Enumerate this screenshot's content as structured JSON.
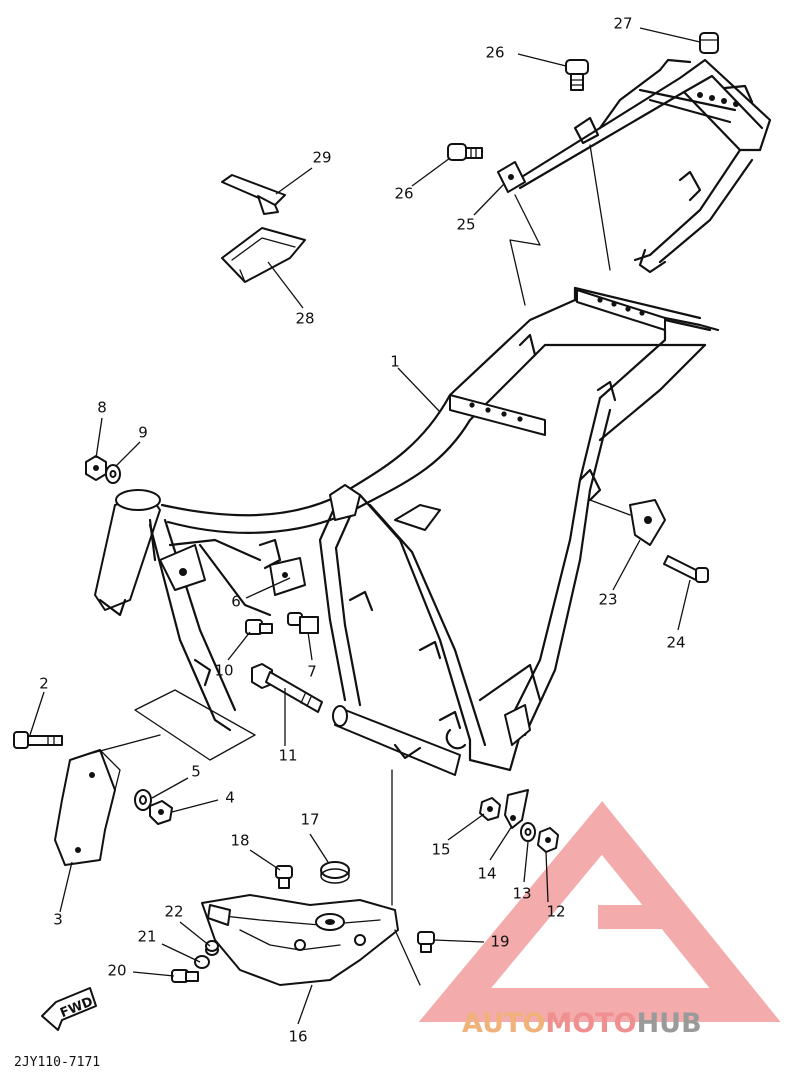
{
  "diagram_code": "2JY110-7171",
  "direction_label": "FWD",
  "watermark": {
    "part1": "AUTO",
    "part2": "MOTO",
    "part3": "HUB",
    "color1": "#f0b27a",
    "color2": "#ef8f8f",
    "color3": "#9a9a9a"
  },
  "callouts": [
    {
      "number": "1"
    },
    {
      "number": "2"
    },
    {
      "number": "3"
    },
    {
      "number": "4"
    },
    {
      "number": "5"
    },
    {
      "number": "6"
    },
    {
      "number": "7"
    },
    {
      "number": "8"
    },
    {
      "number": "9"
    },
    {
      "number": "10"
    },
    {
      "number": "11"
    },
    {
      "number": "12"
    },
    {
      "number": "13"
    },
    {
      "number": "14"
    },
    {
      "number": "15"
    },
    {
      "number": "16"
    },
    {
      "number": "17"
    },
    {
      "number": "18"
    },
    {
      "number": "19"
    },
    {
      "number": "20"
    },
    {
      "number": "21"
    },
    {
      "number": "22"
    },
    {
      "number": "23"
    },
    {
      "number": "24"
    },
    {
      "number": "25"
    },
    {
      "number": "26"
    },
    {
      "number": "26"
    },
    {
      "number": "27"
    },
    {
      "number": "28"
    },
    {
      "number": "29"
    }
  ]
}
